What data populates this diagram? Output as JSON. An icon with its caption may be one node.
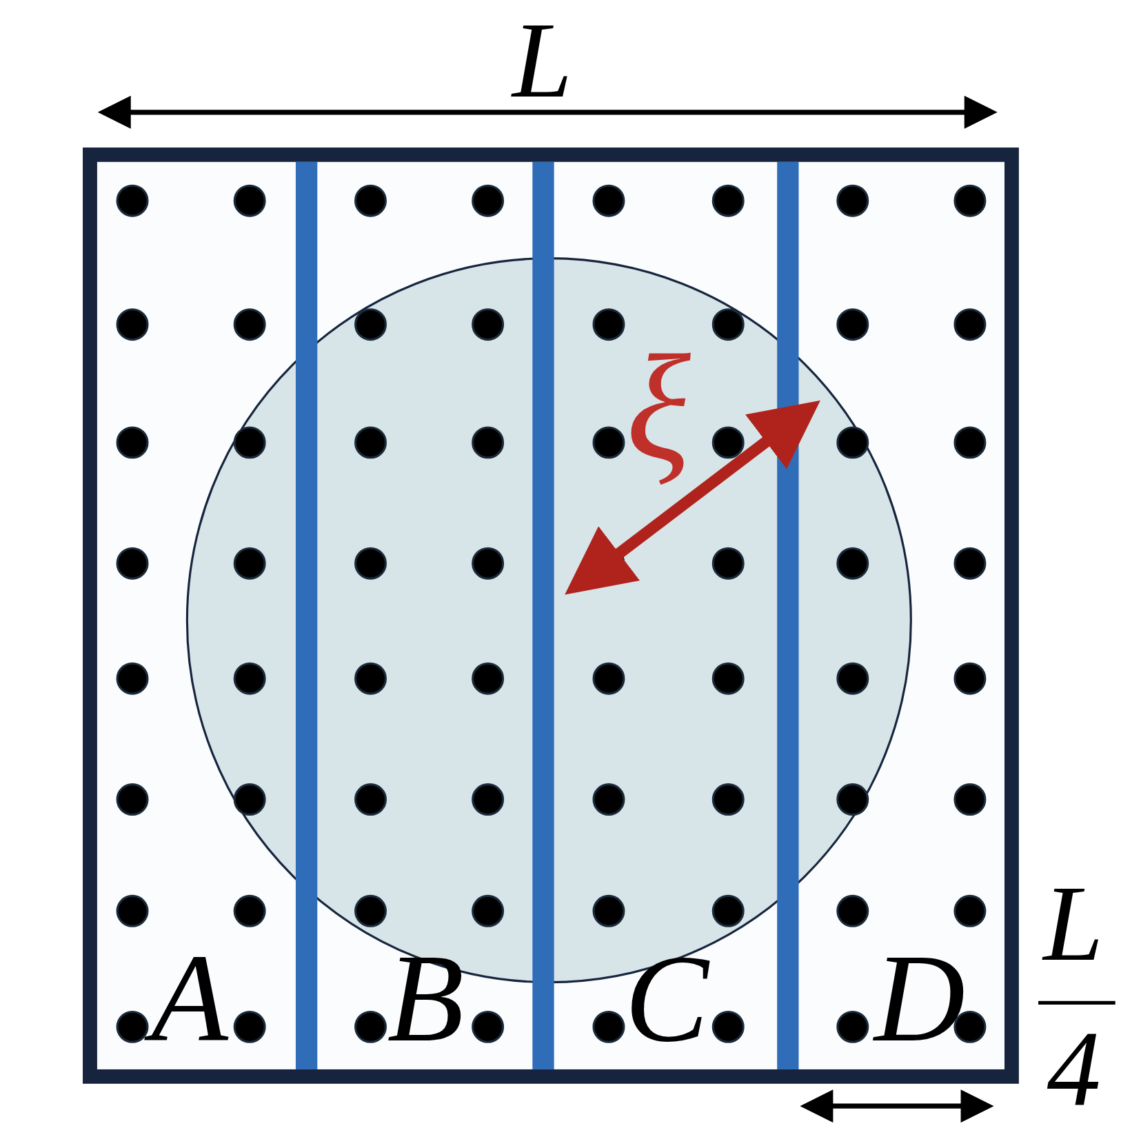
{
  "diagram": {
    "labels": [
      "L",
      "ξ",
      "A",
      "B",
      "C",
      "D",
      "L",
      "4"
    ]
  }
}
